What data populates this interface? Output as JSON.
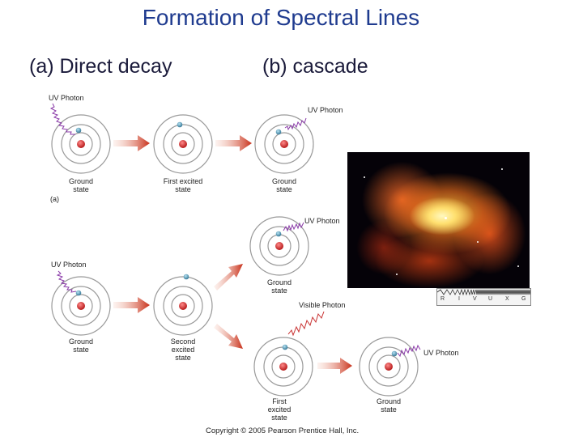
{
  "title": "Formation of Spectral Lines",
  "subtitle_a": "(a) Direct decay",
  "subtitle_b": "(b) cascade",
  "labels": {
    "uv_photon_1": "UV Photon",
    "uv_photon_2": "UV Photon",
    "uv_photon_3": "UV Photon",
    "uv_photon_4": "UV Photon",
    "uv_photon_5": "UV Photon",
    "visible_photon": "Visible Photon",
    "ground_state_1": [
      "Ground",
      "state"
    ],
    "first_excited_1": [
      "First excited",
      "state"
    ],
    "ground_state_2": [
      "Ground",
      "state"
    ],
    "part_a": "(a)",
    "ground_state_3": [
      "Ground",
      "state"
    ],
    "second_excited": [
      "Second",
      "excited",
      "state"
    ],
    "ground_state_4": [
      "Ground",
      "state"
    ],
    "first_excited_2": [
      "First",
      "excited",
      "state"
    ],
    "ground_state_5": [
      "Ground",
      "state"
    ]
  },
  "spectrum_key": [
    "R",
    "I",
    "V",
    "U",
    "X",
    "G"
  ],
  "copyright": "Copyright © 2005 Pearson Prentice Hall, Inc.",
  "colors": {
    "title": "#1f3b8f",
    "orbit": "#9a9a9a",
    "nucleus": "#d42020",
    "electron": "#4a9ab8",
    "arrow": "#c8301a",
    "photon_uv": "#8a3aa8",
    "photon_visible": "#c83030"
  }
}
